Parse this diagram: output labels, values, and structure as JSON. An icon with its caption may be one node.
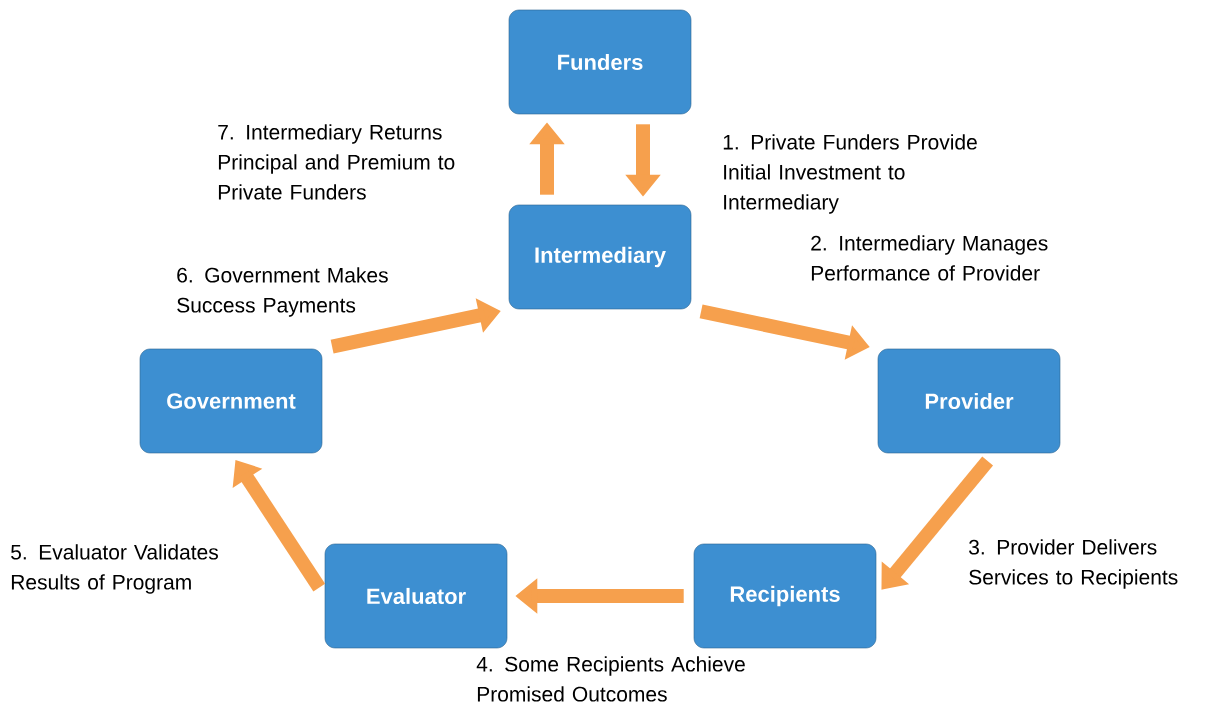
{
  "diagram": {
    "nodes": [
      {
        "text": [
          "Funders"
        ]
      },
      {
        "text": [
          "Intermediary"
        ]
      },
      {
        "text": [
          "Provider"
        ]
      },
      {
        "text": [
          "Recipients"
        ]
      },
      {
        "text": [
          "Evaluator"
        ]
      },
      {
        "text": [
          "Government"
        ]
      }
    ],
    "edges": [
      {
        "from": 1,
        "to": 0,
        "arrow": "to",
        "label": "7. Intermediary Returns Principal and Premium to Private Funders"
      },
      {
        "from": 0,
        "to": 1,
        "arrow": "to",
        "label": "1. Private Funders Provide Initial Investment to Intermediary"
      },
      {
        "from": 1,
        "to": 2,
        "arrow": "to",
        "label": "2. Intermediary Manages Performance of Provider"
      },
      {
        "from": 2,
        "to": 3,
        "arrow": "to",
        "label": "3. Provider Delivers Services to Recipients"
      },
      {
        "from": 3,
        "to": 4,
        "arrow": "to",
        "label": "4. Some Recipients Achieve Promised Outcomes"
      },
      {
        "from": 4,
        "to": 5,
        "arrow": "to",
        "label": "5. Evaluator Validates Results of Program"
      },
      {
        "from": 5,
        "to": 1,
        "arrow": "to",
        "label": "6. Government Makes Success Payments"
      }
    ]
  }
}
